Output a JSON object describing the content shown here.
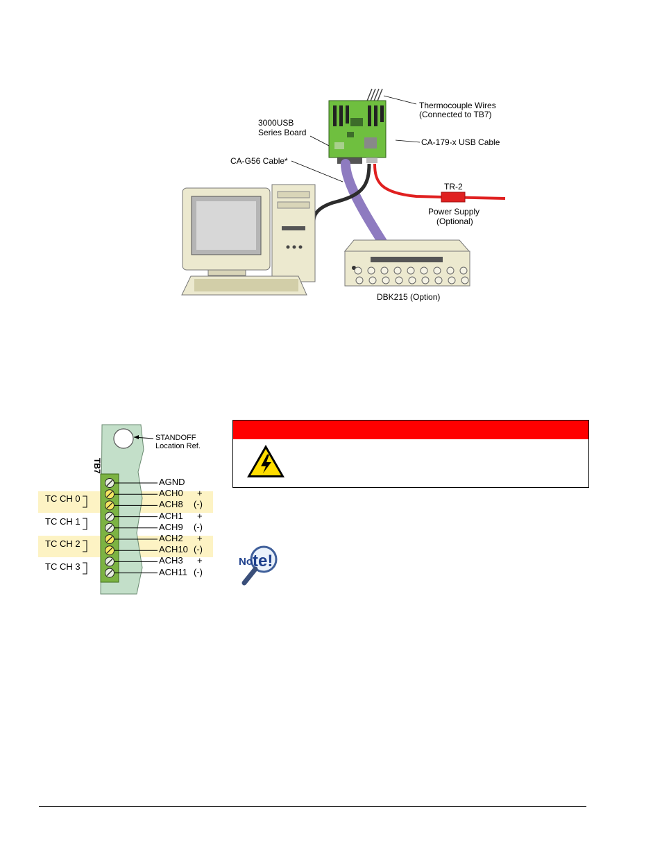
{
  "system_diagram": {
    "board_label_1": "3000USB",
    "board_label_2": "Series Board",
    "thermo_label_1": "Thermocouple Wires",
    "thermo_label_2": "(Connected to TB7)",
    "usb_cable_label": "CA-179-x USB Cable",
    "cag56_label": "CA-G56 Cable*",
    "tr2_label": "TR-2",
    "power_label_1": "Power Supply",
    "power_label_2": "(Optional)",
    "dbk_label": "DBK215 (Option)"
  },
  "terminal_block": {
    "tb_name": "TB7",
    "standoff_label_1": "STANDOFF",
    "standoff_label_2": "Location Ref.",
    "pins": [
      {
        "name": "AGND",
        "polarity": ""
      },
      {
        "name": "ACH0",
        "polarity": "+"
      },
      {
        "name": "ACH8",
        "polarity": "(-)"
      },
      {
        "name": "ACH1",
        "polarity": "+"
      },
      {
        "name": "ACH9",
        "polarity": "(-)"
      },
      {
        "name": "ACH2",
        "polarity": "+"
      },
      {
        "name": "ACH10",
        "polarity": "(-)"
      },
      {
        "name": "ACH3",
        "polarity": "+"
      },
      {
        "name": "ACH11",
        "polarity": "(-)"
      }
    ],
    "channels": [
      "TC CH 0",
      "TC CH 1",
      "TC CH 2",
      "TC CH 3"
    ],
    "colors": {
      "block_green": "#c3dfc9",
      "terminal_green": "#7cb342",
      "highlight_yellow": "#fdf3c4"
    }
  },
  "warning": {
    "bar_color": "#ff0000"
  },
  "note": {
    "icon_text_a": "No",
    "icon_text_b": "te!"
  }
}
